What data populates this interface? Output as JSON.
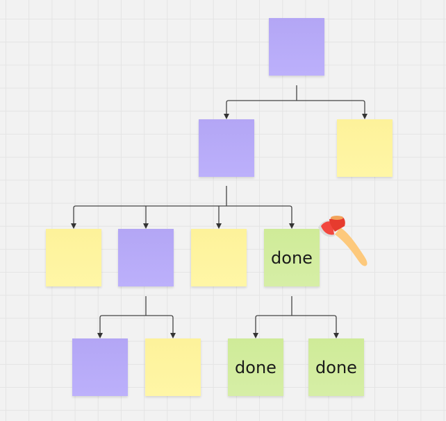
{
  "canvas": {
    "background": "#f2f2f2",
    "grid_color": "#e4e4e4"
  },
  "colors": {
    "purple": "#b8abf8",
    "yellow": "#fef4a0",
    "green": "#d2eca0"
  },
  "notes": [
    {
      "id": "root",
      "color": "purple",
      "text": ""
    },
    {
      "id": "l1-a",
      "color": "purple",
      "text": ""
    },
    {
      "id": "l1-b",
      "color": "yellow",
      "text": ""
    },
    {
      "id": "l2-a",
      "color": "yellow",
      "text": ""
    },
    {
      "id": "l2-b",
      "color": "purple",
      "text": ""
    },
    {
      "id": "l2-c",
      "color": "yellow",
      "text": ""
    },
    {
      "id": "l2-d",
      "color": "green",
      "text": "done"
    },
    {
      "id": "l3-a",
      "color": "purple",
      "text": ""
    },
    {
      "id": "l3-b",
      "color": "yellow",
      "text": ""
    },
    {
      "id": "l3-c",
      "color": "green",
      "text": "done"
    },
    {
      "id": "l3-d",
      "color": "green",
      "text": "done"
    }
  ],
  "sticker": {
    "icon": "axe-icon"
  }
}
